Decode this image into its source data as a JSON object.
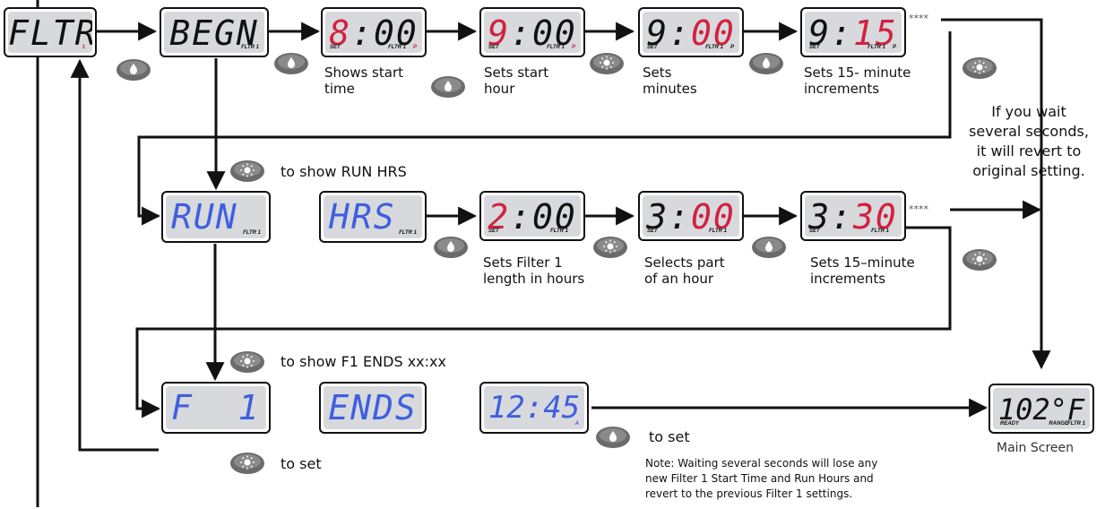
{
  "colors": {
    "red_digit": "#d2213f",
    "blue_digit": "#3f5fe0",
    "lcd_face": "#d7d9dc",
    "line": "#111111"
  },
  "icons": {
    "down_button": "drop-icon",
    "up_button": "sun-icon"
  },
  "displays": {
    "fltr": {
      "text": "FLTR",
      "sub": "1"
    },
    "begn": {
      "text": "BEGN",
      "sub": "FLTR 1"
    },
    "d800": {
      "hi": "8",
      "rest": ":00",
      "set": "SET",
      "sub": "FLTR 1",
      "p": "P"
    },
    "d900h": {
      "hi": "9",
      "rest": ":00",
      "set": "SET",
      "sub": "FLTR 1",
      "p": "P"
    },
    "d900m": {
      "pre": "9:",
      "hi": "00",
      "set": "SET",
      "sub": "FLTR 1",
      "p": "P"
    },
    "d915": {
      "pre": "9:",
      "hi": "15",
      "set": "SET",
      "sub": "FLTR 1",
      "p": "P"
    },
    "run": {
      "text": "RUN",
      "sub": "FLTR 1"
    },
    "hrs": {
      "text": "HRS",
      "sub": "FLTR 1"
    },
    "d200": {
      "hi": "2",
      "rest": ":00",
      "set": "SET",
      "sub": "FLTR 1"
    },
    "d300": {
      "pre": "3:",
      "hi": "00",
      "set": "SET",
      "sub": "FLTR 1"
    },
    "d330": {
      "pre": "3:",
      "hi": "30",
      "set": "SET",
      "sub": "FLTR 1"
    },
    "f1": {
      "text": "F  1"
    },
    "ends": {
      "text": "ENDS"
    },
    "t1245": {
      "text": "12:45",
      "sub": "A"
    },
    "main": {
      "text": "102°F",
      "ready": "READY",
      "range": "RANGE",
      "sub": "FLTR 1"
    }
  },
  "labels": {
    "shows_start_time": "Shows start\ntime",
    "sets_start_hour": "Sets start\nhour",
    "sets_minutes": "Sets\nminutes",
    "sets_15_min_a": "Sets 15- minute\nincrements",
    "wait_note": "If you wait\nseveral seconds,\nit will revert to\noriginal setting.",
    "show_run_hrs": "to show RUN HRS",
    "sets_filter1_length": "Sets Filter 1\nlength in hours",
    "selects_part_hour": "Selects part\nof an hour",
    "sets_15_min_b": "Sets 15–minute\nincrements",
    "show_f1_ends": "to show F1 ENDS xx:xx",
    "to_set_left": "to set",
    "to_set_right": "to set",
    "note": "Note: Waiting several seconds will lose any\nnew Filter 1 Start Time and Run Hours and\nrevert to the previous Filter 1 settings.",
    "main_screen": "Main Screen",
    "stars_1": "****",
    "stars_2": "****"
  }
}
